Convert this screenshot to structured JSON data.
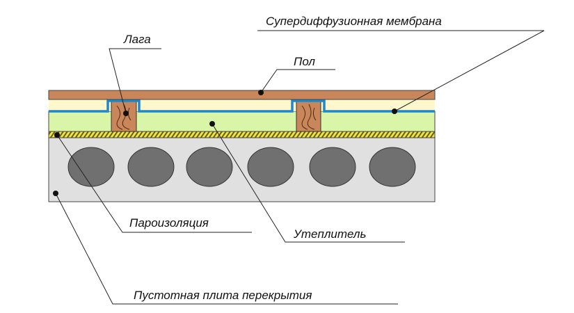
{
  "title": "Floor structure on hollow-core slab",
  "labels": {
    "membrane": "Супердиффузионная мембрана",
    "joist": "Лага",
    "floor": "Пол",
    "vapor_barrier": "Пароизоляция",
    "insulation": "Утеплитель",
    "slab": "Пустотная плита перекрытия"
  },
  "colors": {
    "floor": "#c8865a",
    "cream": "#fff8cc",
    "membrane": "#1e88c8",
    "insulation": "#d9f5a8",
    "hatch": "#f2e640",
    "concrete": "#e0e0e0",
    "hollow": "#707070",
    "wood": "#c8865a"
  }
}
